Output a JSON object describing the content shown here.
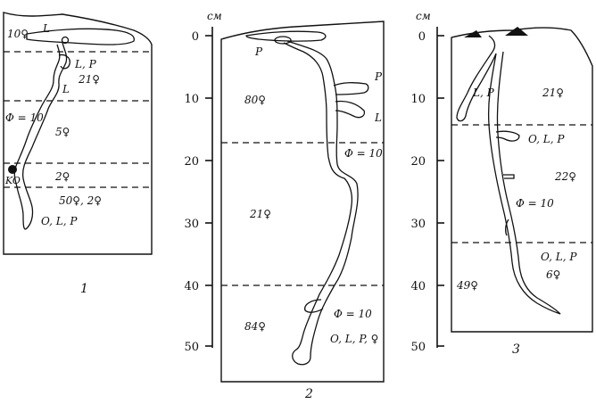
{
  "figure": {
    "unit_label": "см",
    "depth_scale": {
      "ticks": [
        "0",
        "10",
        "20",
        "30",
        "40",
        "50"
      ]
    },
    "panels": [
      {
        "caption": "1",
        "zone_counts": [
          "10♀",
          "21♀",
          "5♀",
          "2♀",
          "50♀, 2♀"
        ],
        "chamber_labels": [
          "L",
          "L, P",
          "L",
          "O, L, P",
          "KO"
        ],
        "diameter_label": "Φ = 10"
      },
      {
        "caption": "2",
        "zone_counts": [
          "80♀",
          "21♀",
          "84♀"
        ],
        "chamber_labels": [
          "P",
          "P",
          "L",
          "O, L, P, ♀"
        ],
        "diameter_labels": [
          "Φ = 10",
          "Φ = 10"
        ]
      },
      {
        "caption": "3",
        "zone_counts": [
          "21♀",
          "22♀",
          "49♀"
        ],
        "chamber_labels": [
          "L, P",
          "O, L, P",
          "O, L, P",
          "6♀"
        ],
        "diameter_label": "Φ = 10"
      }
    ]
  }
}
